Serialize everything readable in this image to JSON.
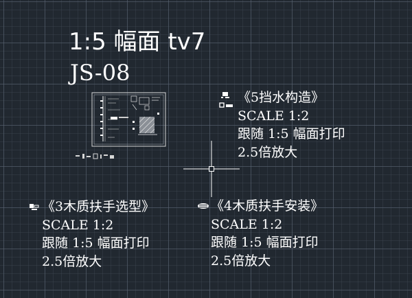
{
  "drawing": {
    "title_line1": "1:5 幅面  tv7",
    "title_line2": "JS-08"
  },
  "notes": [
    {
      "id": "note-5",
      "heading": "《5挡水构造》",
      "scale": "SCALE 1:2",
      "follow": "跟随 1:5 幅面打印",
      "enlarge": "2.5倍放大"
    },
    {
      "id": "note-3",
      "heading": "《3木质扶手选型》",
      "scale": "SCALE 1:2",
      "follow": "跟随 1:5 幅面打印",
      "enlarge": "2.5倍放大"
    },
    {
      "id": "note-4",
      "heading": "《4木质扶手安装》",
      "scale": "SCALE 1:2",
      "follow": "跟随 1:5 幅面打印",
      "enlarge": "2.5倍放大"
    }
  ],
  "icons": {
    "note_marker": "block-reference-icon",
    "thumbnail": "drawing-sheet-thumbnail",
    "cursor": "crosshair-cursor-icon"
  },
  "colors": {
    "background": "#212830",
    "text": "#ffffff",
    "grid_major": "#5a6473",
    "grid_minor": "#3c4450"
  }
}
